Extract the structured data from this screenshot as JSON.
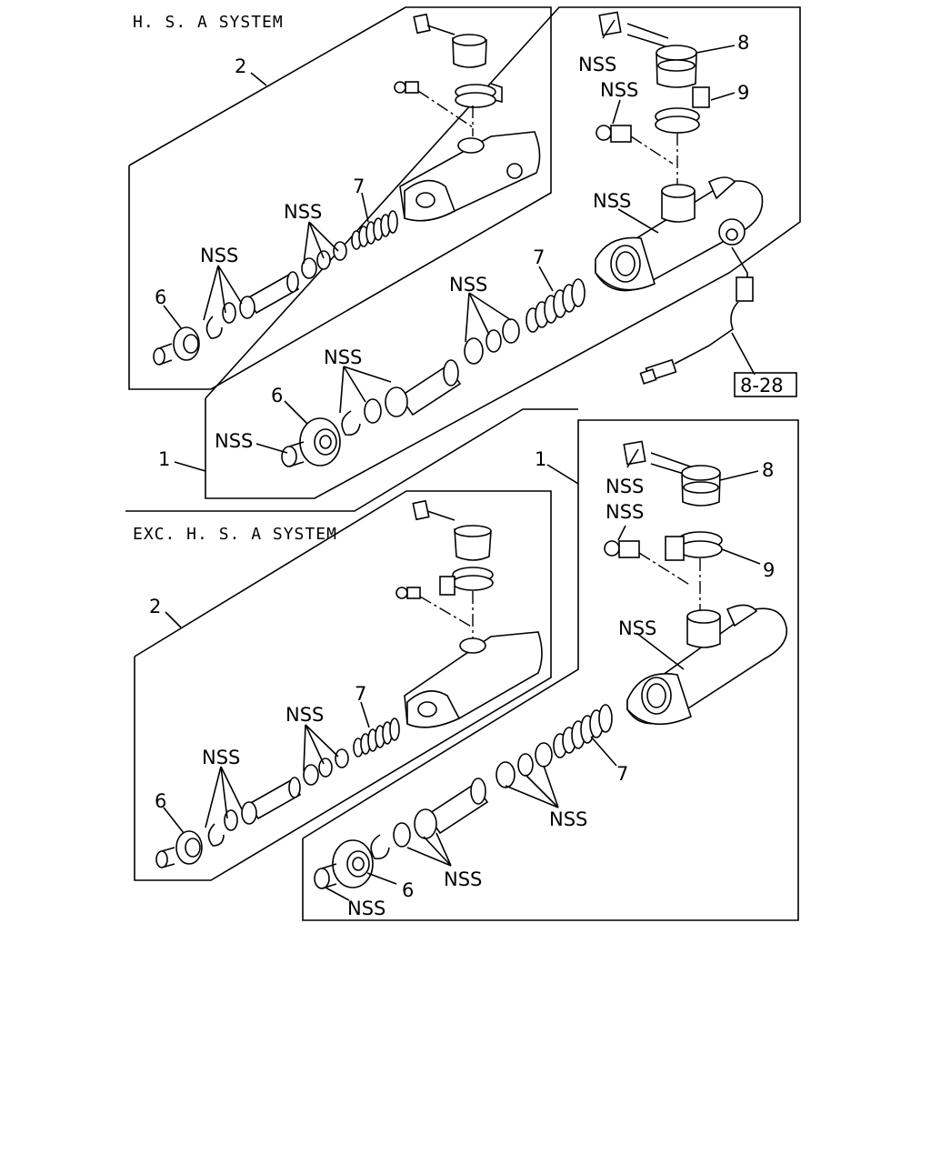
{
  "diagram": {
    "titles": {
      "hsa_system": "H. S. A  SYSTEM",
      "exc_hsa_system": "EXC. H. S. A  SYSTEM"
    },
    "labels": {
      "assembly_1": "1",
      "assembly_2": "2",
      "part_6": "6",
      "part_7": "7",
      "part_8": "8",
      "part_9": "9",
      "nss": "NSS",
      "ref_8_28": "8-28"
    }
  }
}
